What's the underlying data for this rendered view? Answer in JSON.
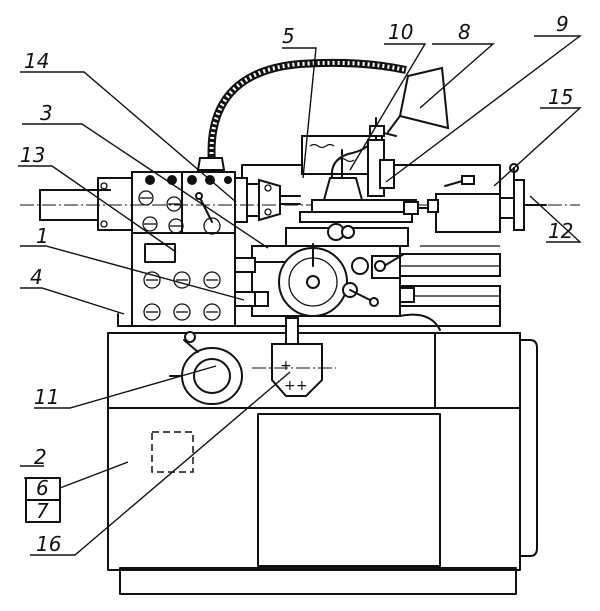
{
  "callouts": {
    "c1": "1",
    "c2": "2",
    "c3": "3",
    "c4": "4",
    "c5": "5",
    "c6": "6",
    "c7": "7",
    "c8": "8",
    "c9": "9",
    "c10": "10",
    "c11": "11",
    "c12": "12",
    "c13": "13",
    "c14": "14",
    "c15": "15",
    "c16": "16"
  },
  "colors": {
    "ink": "#111111",
    "paper": "#ffffff"
  }
}
